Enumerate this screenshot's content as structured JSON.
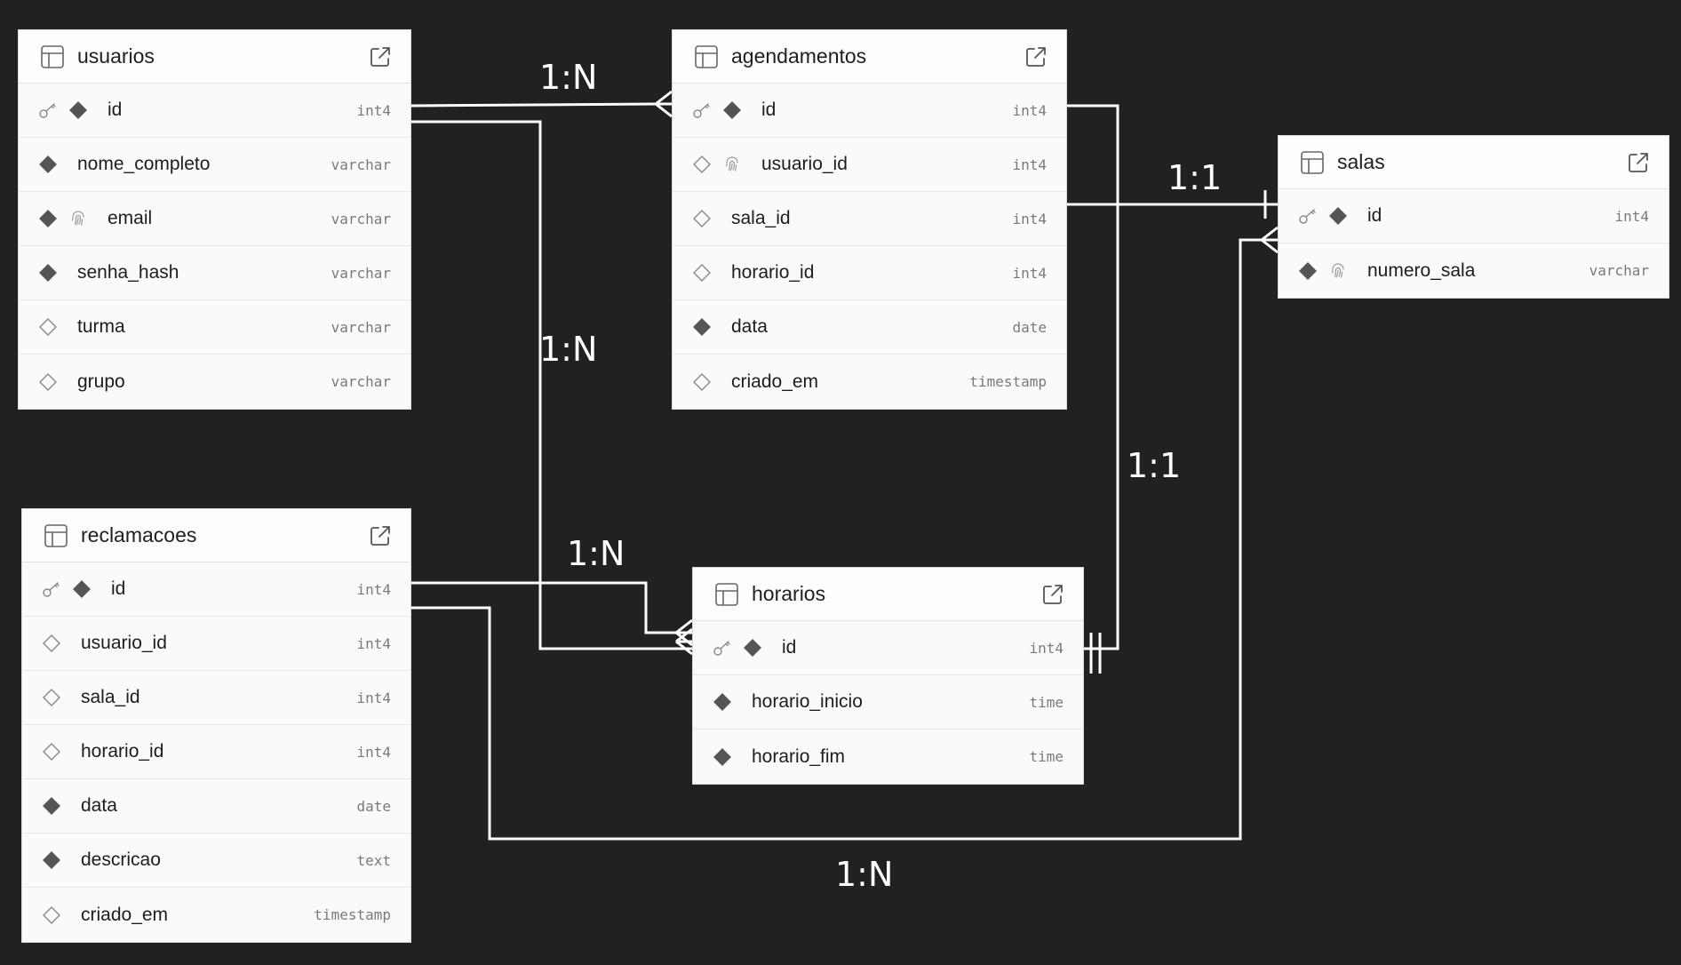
{
  "colors": {
    "background": "#212121",
    "card": "#fafafa",
    "line": "#ffffff",
    "icon": "#555555"
  },
  "tables": [
    {
      "key": "usuarios",
      "name": "usuarios",
      "columns": [
        {
          "name": "id",
          "type": "int4",
          "pk": true,
          "nullable": false,
          "unique": false
        },
        {
          "name": "nome_completo",
          "type": "varchar",
          "pk": false,
          "nullable": false,
          "unique": false
        },
        {
          "name": "email",
          "type": "varchar",
          "pk": false,
          "nullable": false,
          "unique": true
        },
        {
          "name": "senha_hash",
          "type": "varchar",
          "pk": false,
          "nullable": false,
          "unique": false
        },
        {
          "name": "turma",
          "type": "varchar",
          "pk": false,
          "nullable": true,
          "unique": false
        },
        {
          "name": "grupo",
          "type": "varchar",
          "pk": false,
          "nullable": true,
          "unique": false
        }
      ]
    },
    {
      "key": "agendamentos",
      "name": "agendamentos",
      "columns": [
        {
          "name": "id",
          "type": "int4",
          "pk": true,
          "nullable": false,
          "unique": false
        },
        {
          "name": "usuario_id",
          "type": "int4",
          "pk": false,
          "nullable": true,
          "unique": true
        },
        {
          "name": "sala_id",
          "type": "int4",
          "pk": false,
          "nullable": true,
          "unique": false
        },
        {
          "name": "horario_id",
          "type": "int4",
          "pk": false,
          "nullable": true,
          "unique": false
        },
        {
          "name": "data",
          "type": "date",
          "pk": false,
          "nullable": false,
          "unique": false
        },
        {
          "name": "criado_em",
          "type": "timestamp",
          "pk": false,
          "nullable": true,
          "unique": false
        }
      ]
    },
    {
      "key": "salas",
      "name": "salas",
      "columns": [
        {
          "name": "id",
          "type": "int4",
          "pk": true,
          "nullable": false,
          "unique": false
        },
        {
          "name": "numero_sala",
          "type": "varchar",
          "pk": false,
          "nullable": false,
          "unique": true
        }
      ]
    },
    {
      "key": "reclamacoes",
      "name": "reclamacoes",
      "columns": [
        {
          "name": "id",
          "type": "int4",
          "pk": true,
          "nullable": false,
          "unique": false
        },
        {
          "name": "usuario_id",
          "type": "int4",
          "pk": false,
          "nullable": true,
          "unique": false
        },
        {
          "name": "sala_id",
          "type": "int4",
          "pk": false,
          "nullable": true,
          "unique": false
        },
        {
          "name": "horario_id",
          "type": "int4",
          "pk": false,
          "nullable": true,
          "unique": false
        },
        {
          "name": "data",
          "type": "date",
          "pk": false,
          "nullable": false,
          "unique": false
        },
        {
          "name": "descricao",
          "type": "text",
          "pk": false,
          "nullable": false,
          "unique": false
        },
        {
          "name": "criado_em",
          "type": "timestamp",
          "pk": false,
          "nullable": true,
          "unique": false
        }
      ]
    },
    {
      "key": "horarios",
      "name": "horarios",
      "columns": [
        {
          "name": "id",
          "type": "int4",
          "pk": true,
          "nullable": false,
          "unique": false
        },
        {
          "name": "horario_inicio",
          "type": "time",
          "pk": false,
          "nullable": false,
          "unique": false
        },
        {
          "name": "horario_fim",
          "type": "time",
          "pk": false,
          "nullable": false,
          "unique": false
        }
      ]
    }
  ],
  "relationships": [
    {
      "label": "1:N",
      "from": "usuarios",
      "to": "agendamentos"
    },
    {
      "label": "1:N",
      "from": "usuarios",
      "to": "horarios"
    },
    {
      "label": "1:1",
      "from": "agendamentos",
      "to": "salas"
    },
    {
      "label": "1:1",
      "from": "agendamentos",
      "to": "horarios"
    },
    {
      "label": "1:N",
      "from": "reclamacoes",
      "to": "horarios"
    },
    {
      "label": "1:N",
      "from": "reclamacoes",
      "to": "salas"
    }
  ]
}
